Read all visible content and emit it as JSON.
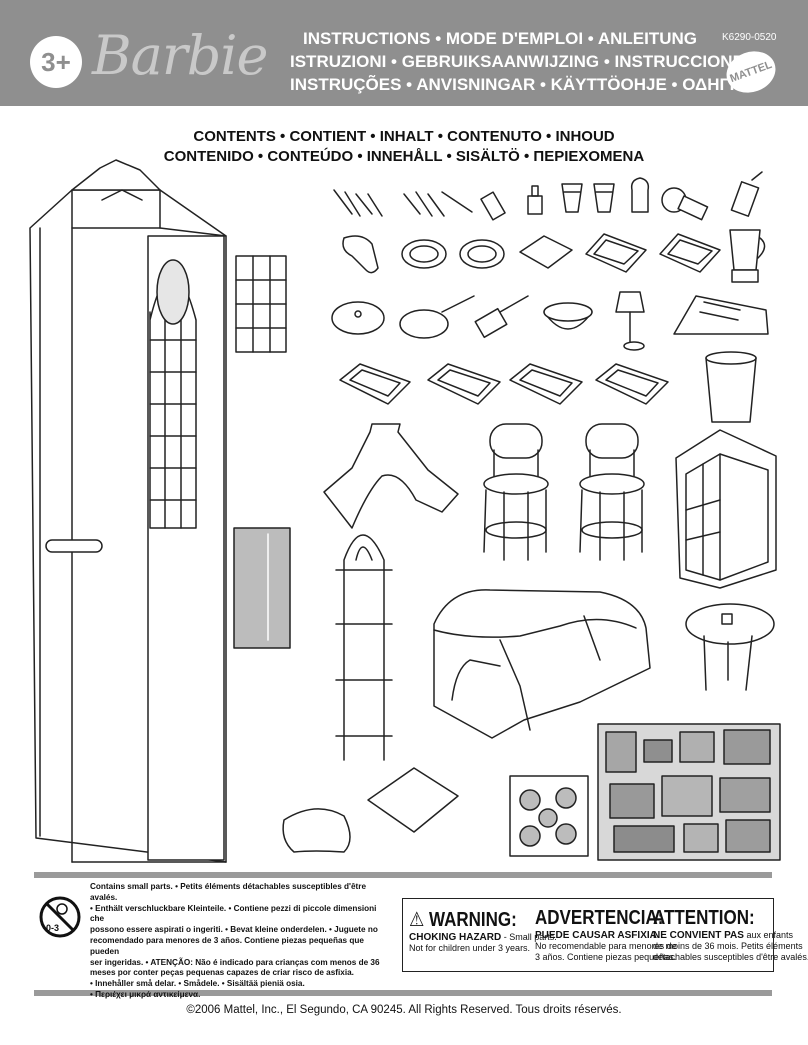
{
  "header": {
    "age_badge": "3+",
    "brand_logo": "Barbie",
    "title_lines": [
      "INSTRUCTIONS • MODE D'EMPLOI • ANLEITUNG",
      "ISTRUZIONI • GEBRUIKSAANWIJZING • INSTRUCCIONES",
      "INSTRUÇÕES • ANVISNINGAR • KÄYTTÖOHJE • ΟΔΗΓΙΕΣ"
    ],
    "product_code": "K6290-0520",
    "mattel_logo": "MATTEL",
    "header_color": "#8f8f8f"
  },
  "contents": {
    "title_lines": [
      "CONTENTS • CONTIENT • INHALT • CONTENUTO • INHOUD",
      "CONTENIDO • CONTEÚDO • INNEHÅLL • SISÄLTÖ • ΠΕΡΙΕΧΟΜΕΝΑ"
    ]
  },
  "choking_warning": {
    "icon": "no-small-parts-icon",
    "age_label": "0-3",
    "lines": [
      "Contains small parts. • Petits éléments détachables susceptibles d'être avalés.",
      "• Enthält verschluckbare Kleinteile. • Contiene pezzi di piccole dimensioni che",
      "possono essere aspirati o ingeriti. • Bevat kleine onderdelen. • Juguete no",
      "recomendado para menores de 3 años. Contiene piezas pequeñas que pueden",
      "ser ingeridas. • ATENÇÃO: Não é indicado para crianças com menos de 36",
      "meses por conter peças pequenas capazes de criar risco de asfixia.",
      "• Innehåller små delar. • Smådele. • Sisältää pieniä osia.",
      "• Περιέχει μικρά αντικείμενα."
    ]
  },
  "warning_box": {
    "english": {
      "title": "WARNING:",
      "hazard": "CHOKING HAZARD",
      "line1_rest": " - Small parts.",
      "line2": "Not for children under 3 years."
    },
    "spanish": {
      "title": "ADVERTENCIA:",
      "line1": "PUEDE CAUSAR ASFIXIA.",
      "line2": "No recomendable para menores de",
      "line3": "3 años. Contiene piezas pequeñas."
    },
    "french": {
      "title": "ATTENTION:",
      "hazard": "NE CONVIENT PAS",
      "line1_rest": " aux enfants",
      "line2": "de moins de 36 mois. Petits éléments",
      "line3": "détachables susceptibles d'être avalés."
    }
  },
  "footer": {
    "copyright": "©2006 Mattel, Inc., El Segundo, CA 90245. All Rights Reserved. Tous droits réservés."
  }
}
